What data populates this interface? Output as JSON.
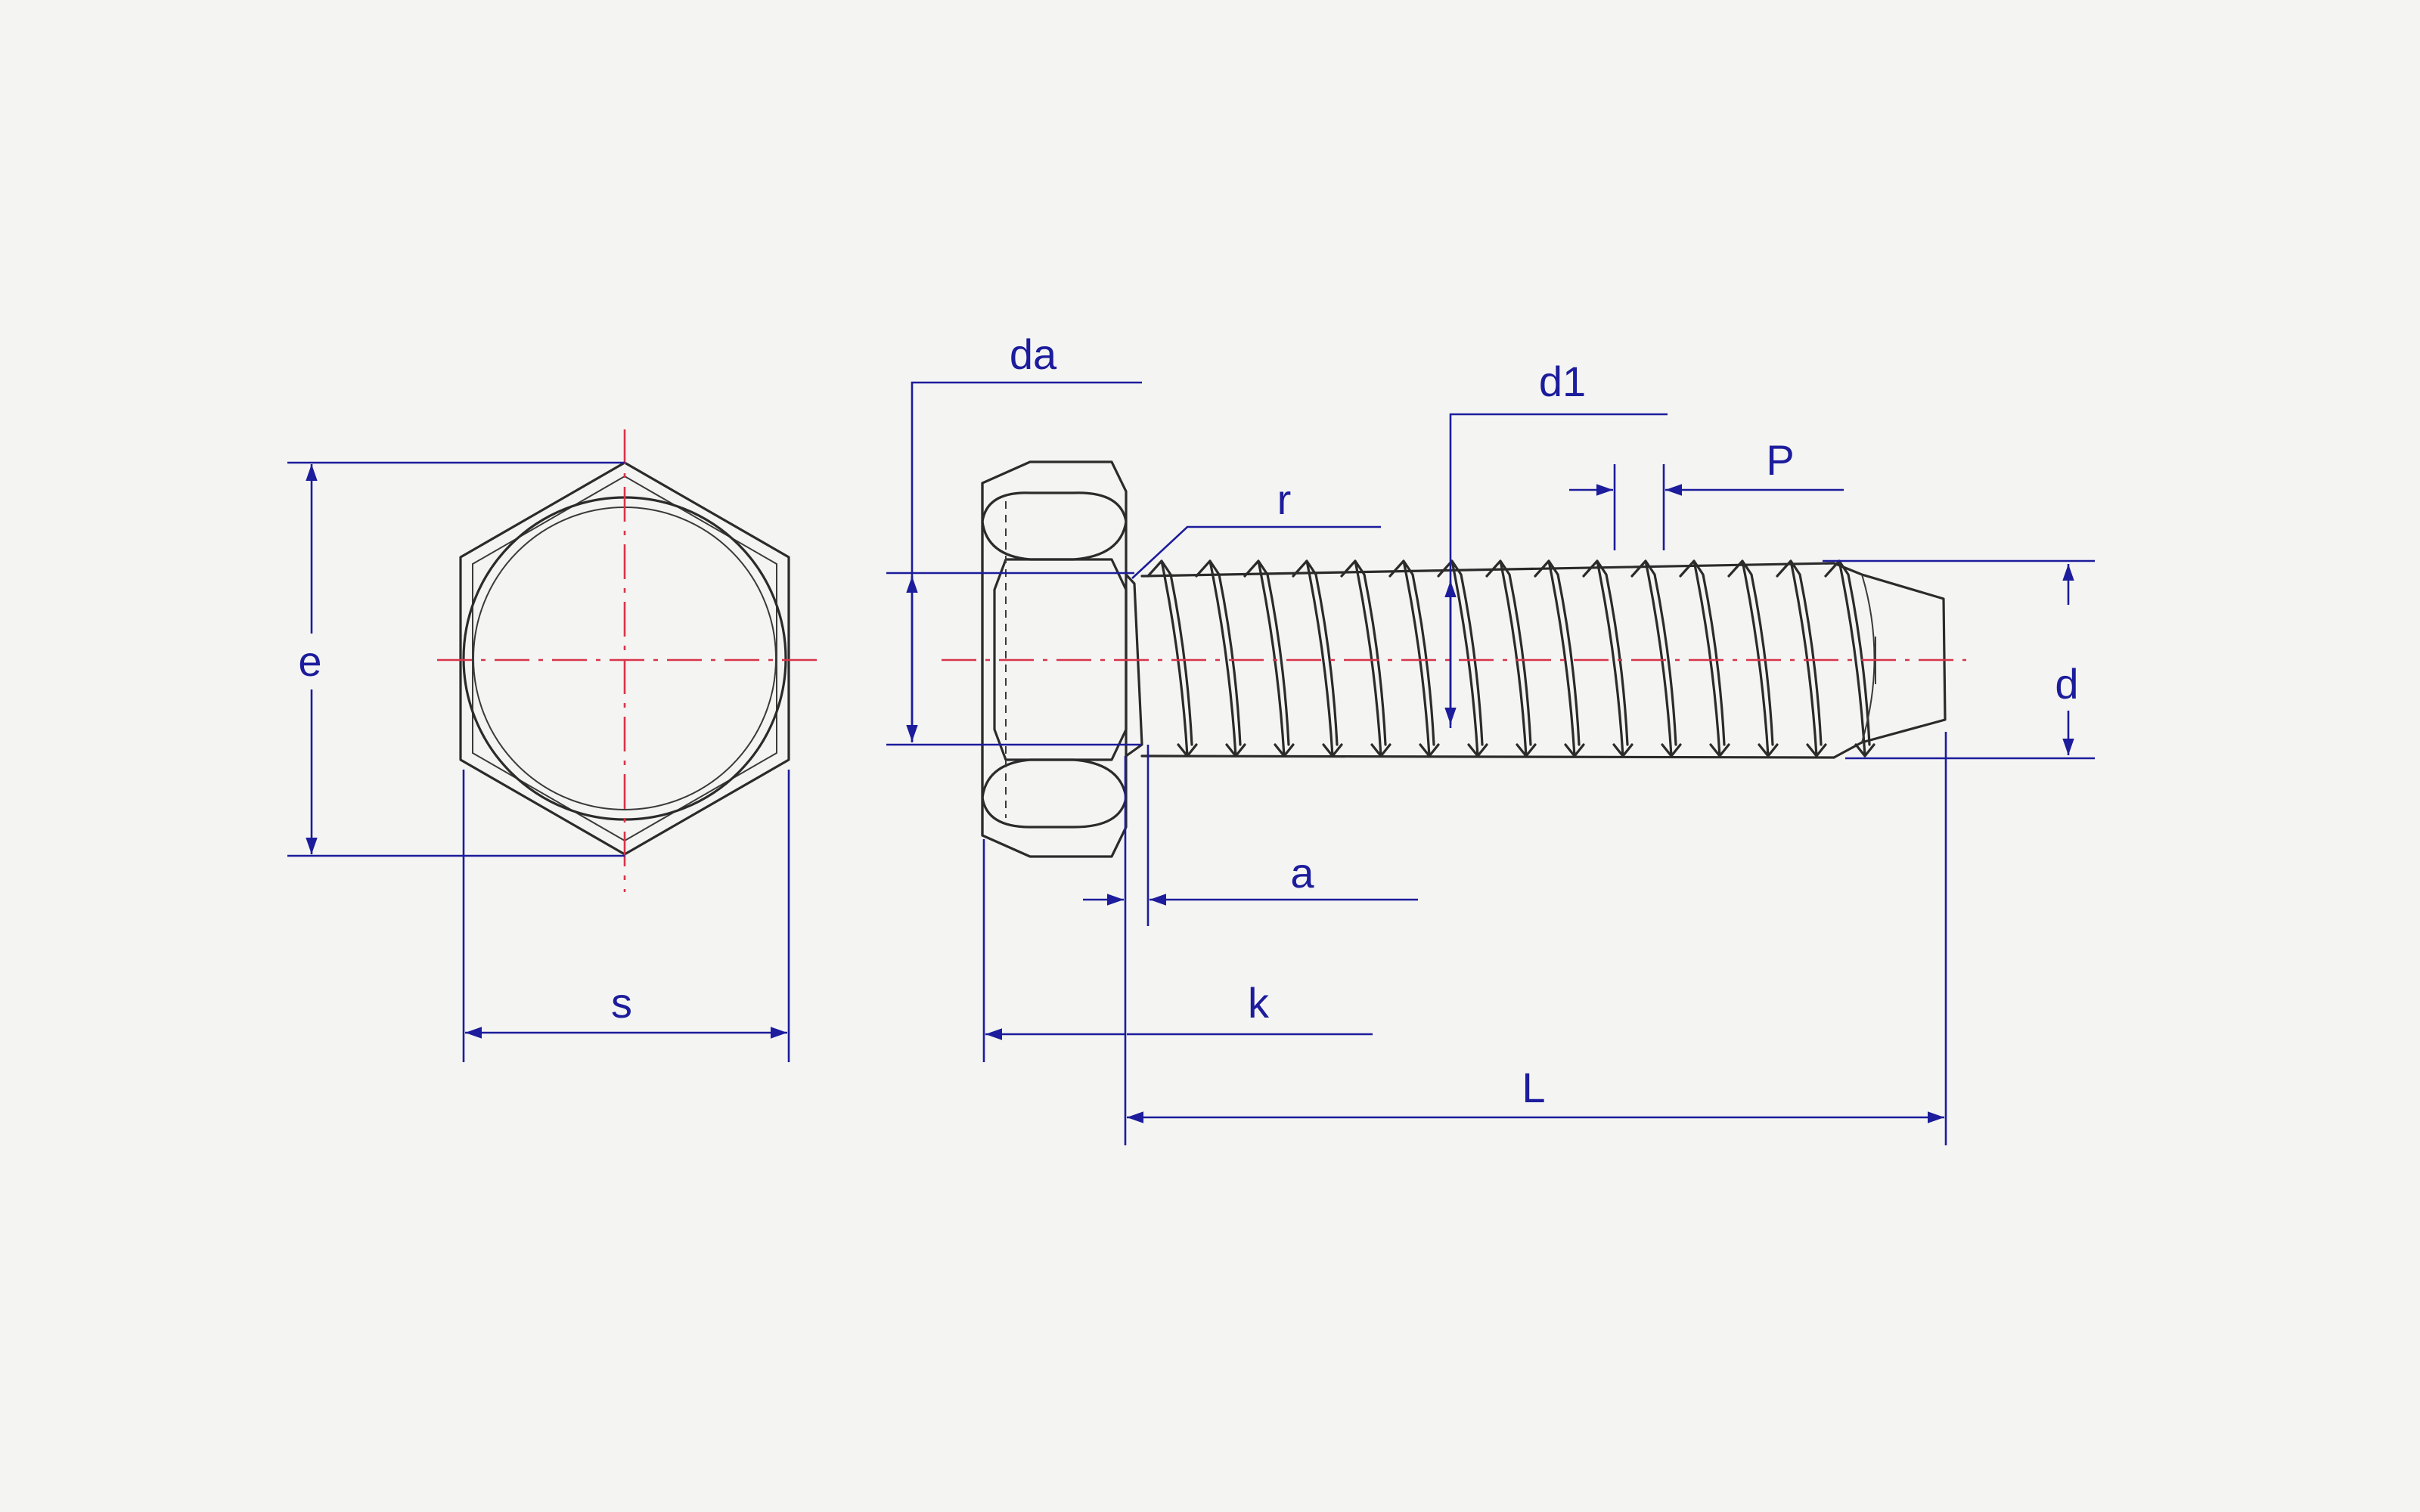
{
  "labels": {
    "e": "e",
    "s": "s",
    "da": "da",
    "r": "r",
    "d1": "d1",
    "P": "P",
    "d": "d",
    "a": "a",
    "k": "k",
    "L": "L"
  },
  "colors": {
    "dimension": "#1c1c9c",
    "centerline": "#d8344a",
    "outline": "#2b2b2b",
    "background": "#f4f4f3"
  }
}
